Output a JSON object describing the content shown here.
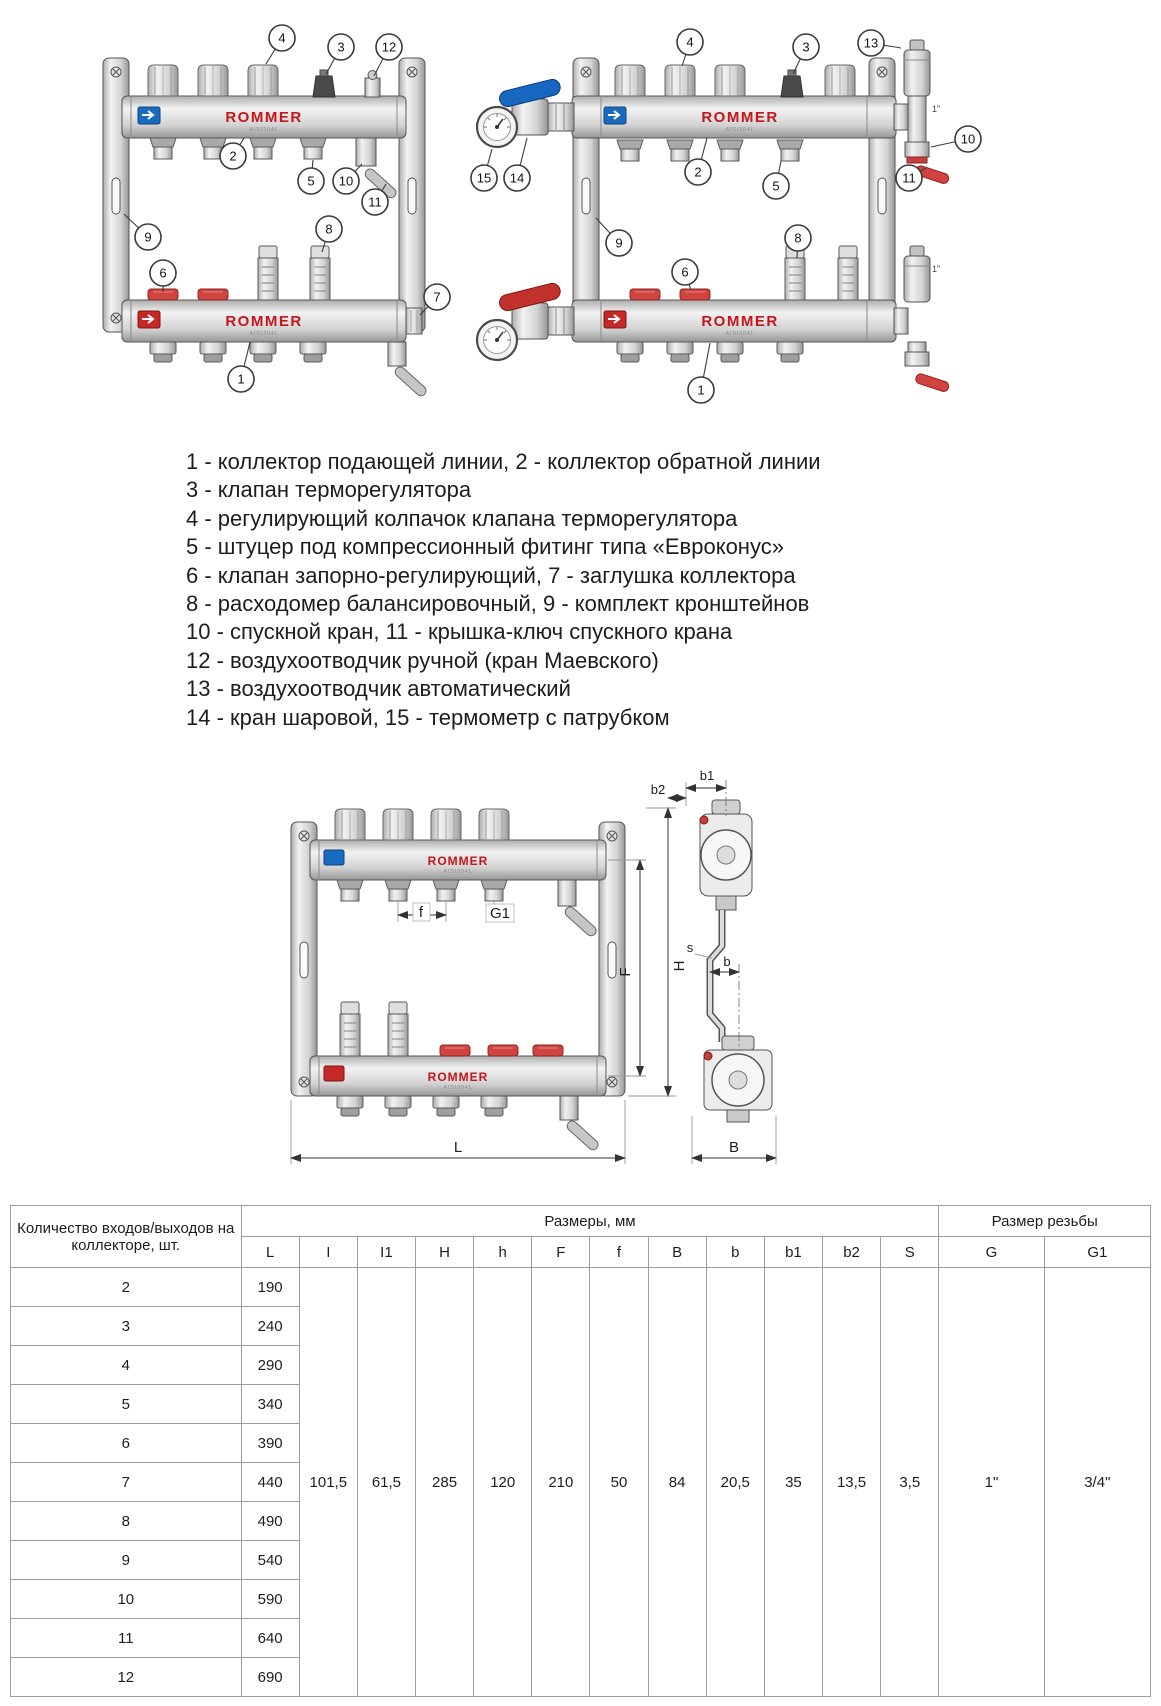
{
  "brand": {
    "name": "ROMMER",
    "sub": "AISI304L"
  },
  "diagrams": {
    "thread_label": "1\""
  },
  "callouts": {
    "left": [
      "4",
      "3",
      "12",
      "2",
      "5",
      "10",
      "11",
      "9",
      "6",
      "8",
      "7",
      "1"
    ],
    "right": [
      "4",
      "3",
      "13",
      "2",
      "5",
      "15",
      "14",
      "10",
      "11",
      "9",
      "6",
      "8",
      "1"
    ]
  },
  "legend": {
    "lines": [
      "1 - коллектор подающей линии, 2 - коллектор обратной линии",
      "3 - клапан терморегулятора",
      "4 - регулирующий колпачок клапана терморегулятора",
      "5 - штуцер под компрессионный фитинг типа «Евроконус»",
      "6 - клапан запорно-регулирующий, 7 - заглушка коллектора",
      "8 - расходомер балансировочный, 9 - комплект кронштейнов",
      "10 - спускной кран, 11 - крышка-ключ спускного крана",
      "12 - воздухоотводчик ручной (кран Маевского)",
      "13 - воздухоотводчик автоматический",
      "14 - кран шаровой, 15 - термометр с патрубком"
    ]
  },
  "dim_labels": {
    "f": "f",
    "g1": "G1",
    "F": "F",
    "H": "H",
    "L": "L",
    "b1": "b1",
    "b2": "b2",
    "s": "s",
    "b": "b",
    "B": "B"
  },
  "table": {
    "col1_header": "Количество входов/выходов на коллекторе, шт.",
    "sizes_header": "Размеры, мм",
    "thread_header": "Размер резьбы",
    "columns": [
      "L",
      "I",
      "I1",
      "H",
      "h",
      "F",
      "f",
      "B",
      "b",
      "b1",
      "b2",
      "S",
      "G",
      "G1"
    ],
    "rows": [
      {
        "count": "2",
        "L": "190"
      },
      {
        "count": "3",
        "L": "240"
      },
      {
        "count": "4",
        "L": "290"
      },
      {
        "count": "5",
        "L": "340"
      },
      {
        "count": "6",
        "L": "390"
      },
      {
        "count": "7",
        "L": "440"
      },
      {
        "count": "8",
        "L": "490"
      },
      {
        "count": "9",
        "L": "540"
      },
      {
        "count": "10",
        "L": "590"
      },
      {
        "count": "11",
        "L": "640"
      },
      {
        "count": "12",
        "L": "690"
      }
    ],
    "shared": {
      "I": "101,5",
      "I1": "61,5",
      "H": "285",
      "h": "120",
      "F": "210",
      "f": "50",
      "B": "84",
      "b": "20,5",
      "b1": "35",
      "b2": "13,5",
      "S": "3,5",
      "G": "1\"",
      "G1": "3/4\""
    }
  }
}
